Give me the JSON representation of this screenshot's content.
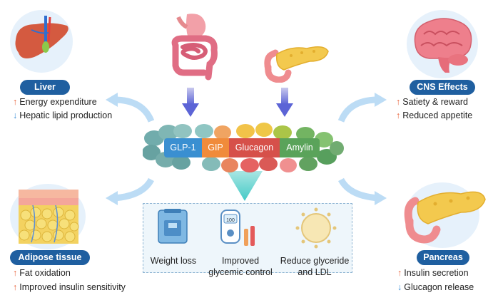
{
  "hormones": [
    {
      "label": "GLP-1",
      "color": "#3a8fd1"
    },
    {
      "label": "GIP",
      "color": "#f08b3b"
    },
    {
      "label": "Glucagon",
      "color": "#d6504a"
    },
    {
      "label": "Amylin",
      "color": "#5aa35a"
    }
  ],
  "organs": {
    "liver": {
      "title": "Liver",
      "effects": [
        {
          "dir": "up",
          "text": "Energy expenditure"
        },
        {
          "dir": "down",
          "text": "Hepatic lipid production"
        }
      ]
    },
    "adipose": {
      "title": "Adipose tissue",
      "effects": [
        {
          "dir": "up",
          "text": "Fat oxidation"
        },
        {
          "dir": "up",
          "text": "Improved insulin sensitivity"
        }
      ]
    },
    "cns": {
      "title": "CNS Effects",
      "effects": [
        {
          "dir": "up",
          "text": "Satiety & reward"
        },
        {
          "dir": "up",
          "text": "Reduced appetite"
        }
      ]
    },
    "pancreas": {
      "title": "Pancreas",
      "effects": [
        {
          "dir": "up",
          "text": "Insulin secretion"
        },
        {
          "dir": "down",
          "text": "Glucagon release"
        }
      ]
    }
  },
  "benefits": [
    {
      "lines": [
        "Weight loss"
      ]
    },
    {
      "lines": [
        "Improved",
        "glycemic control"
      ]
    },
    {
      "lines": [
        "Reduce glyceride",
        "and LDL"
      ]
    }
  ],
  "glucometer_reading": "100",
  "arrows": {
    "up": "↑",
    "down": "↓"
  },
  "colors": {
    "pill": "#1f5fa0",
    "up_arrow": "#e8623a",
    "down_arrow": "#3a8fd6",
    "flow_arrow": "#9ec9ee",
    "intestine": "#e06d84",
    "pancreas": "#f3c94e",
    "brain": "#ee7f8c",
    "liver": "#d45a40"
  }
}
